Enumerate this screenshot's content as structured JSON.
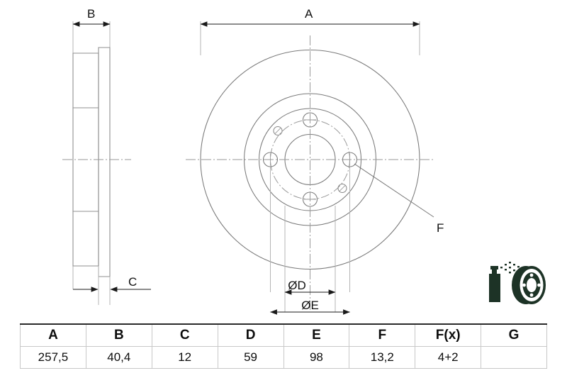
{
  "drawing": {
    "title": "Brake disc technical drawing",
    "side_view": {
      "labels": {
        "thickness_b": "B",
        "offset_c": "C"
      }
    },
    "front_view": {
      "labels": {
        "outer_diameter_a": "A",
        "inner_bolt_circle_d": "ØD",
        "bolt_circle_e": "ØE",
        "hole_callout_f": "F"
      }
    },
    "product_icon": {
      "name": "coated-brake-disc-icon",
      "color": "#1d3326"
    },
    "line_colors": {
      "outline": "#6e6e6e",
      "dimension": "#1a1a1a",
      "centerline": "#9a9a9a",
      "text": "#111111"
    }
  },
  "spec_table": {
    "headers": [
      "A",
      "B",
      "C",
      "D",
      "E",
      "F",
      "F(x)",
      "G"
    ],
    "rows": [
      [
        "257,5",
        "40,4",
        "12",
        "59",
        "98",
        "13,2",
        "4+2",
        ""
      ]
    ]
  }
}
